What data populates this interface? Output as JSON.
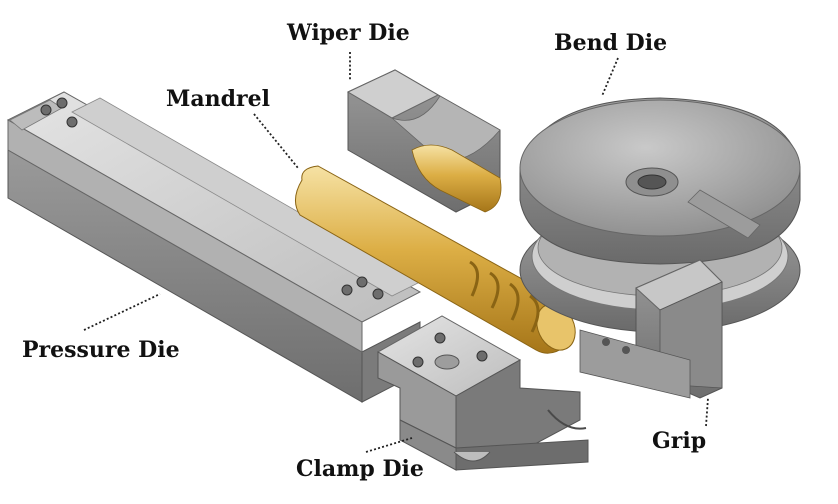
{
  "labels": {
    "wiper_die": "Wiper Die",
    "bend_die": "Bend Die",
    "mandrel": "Mandrel",
    "pressure_die": "Pressure Die",
    "clamp_die": "Clamp Die",
    "grip": "Grip"
  },
  "colors": {
    "steel_top": "#d2d2d2",
    "steel_side": "#8c8c8c",
    "steel_dark": "#5a5a5a",
    "brass_light": "#f2d58a",
    "brass": "#d9a93e",
    "brass_dark": "#a97a1c",
    "label": "#111111"
  }
}
